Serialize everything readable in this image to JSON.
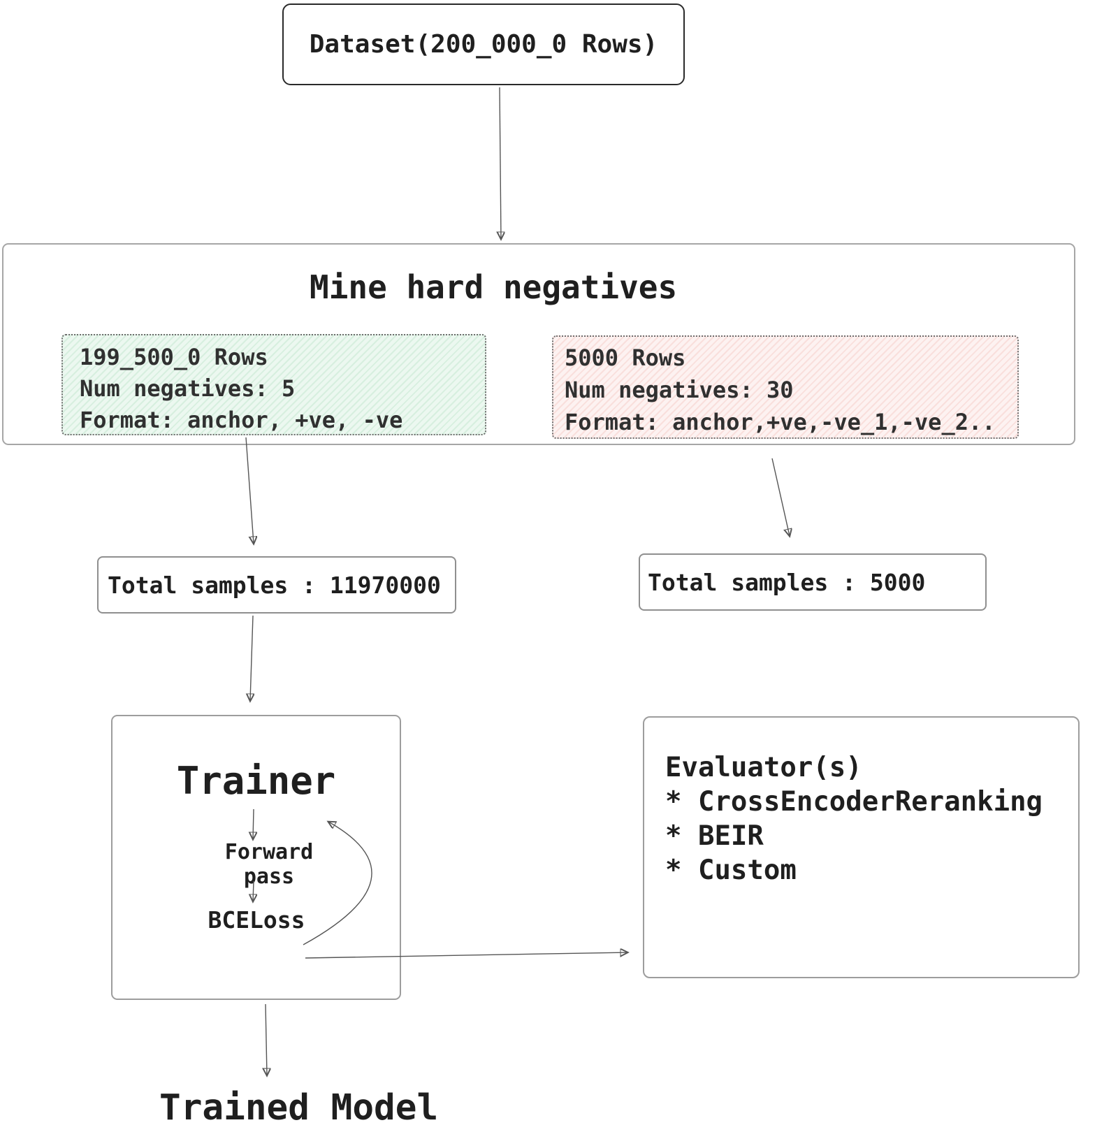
{
  "diagram": {
    "dataset": {
      "label": "Dataset(200_000_0 Rows)"
    },
    "mine": {
      "title": "Mine hard negatives",
      "train_split": {
        "fill": "#ecf8f0",
        "stripe": "#d7efdf",
        "lines": [
          "199_500_0 Rows",
          "Num negatives: 5",
          "Format: anchor, +ve, -ve"
        ]
      },
      "eval_split": {
        "fill": "#fdf2f1",
        "stripe": "#f9dfdc",
        "lines": [
          "5000 Rows",
          "Num negatives: 30",
          "Format: anchor,+ve,-ve_1,-ve_2.."
        ]
      }
    },
    "totals": {
      "train": "Total samples : 11970000",
      "eval": "Total samples : 5000"
    },
    "trainer": {
      "title": "Trainer",
      "steps": [
        "Forward pass",
        "BCELoss"
      ]
    },
    "evaluator": {
      "title": "Evaluator(s)",
      "items": [
        "* CrossEncoderReranking",
        "* BEIR",
        "* Custom"
      ]
    },
    "output": {
      "label": "Trained Model"
    }
  }
}
